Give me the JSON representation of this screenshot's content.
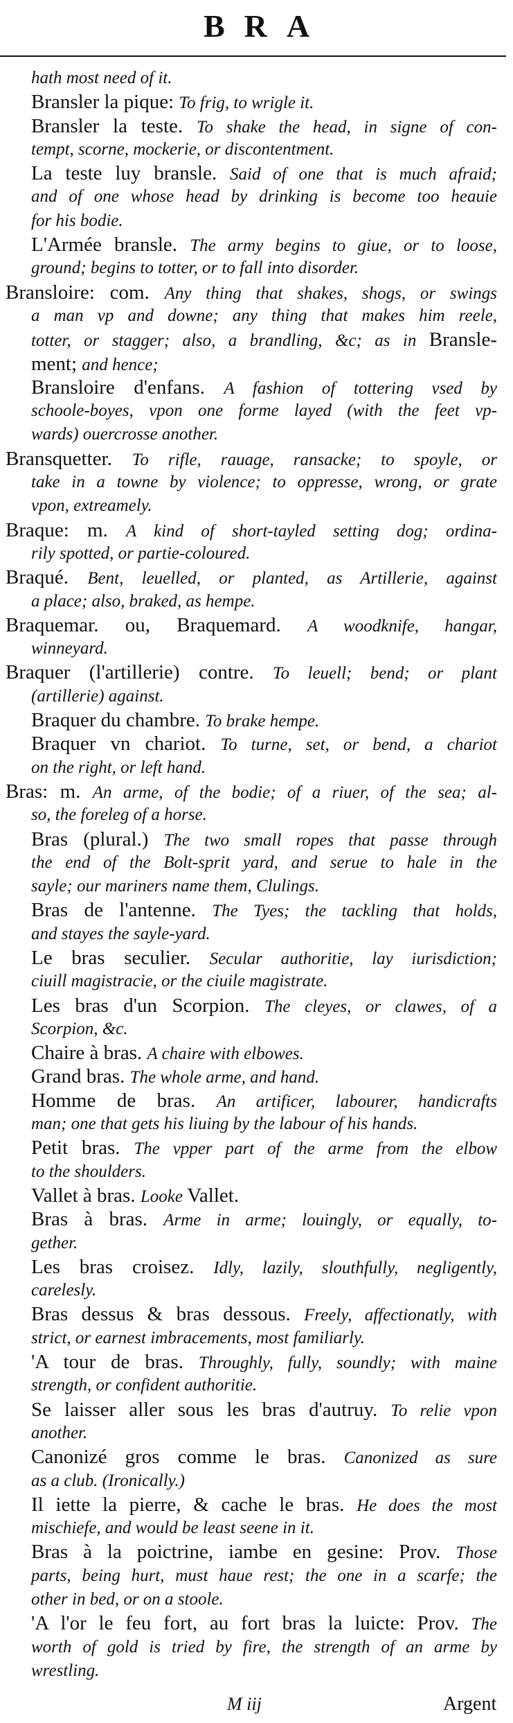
{
  "running_head": "BRA",
  "footer": {
    "signature": "M iij",
    "catchword": "Argent"
  },
  "lines": [
    {
      "k": "cont",
      "end": true,
      "s": [
        [
          "I",
          "hath most need of it."
        ]
      ]
    },
    {
      "k": "sub",
      "end": true,
      "s": [
        [
          "R",
          "Bransler la pique: "
        ],
        [
          "I",
          "To frig, to wrigle it."
        ]
      ]
    },
    {
      "k": "sub",
      "end": false,
      "s": [
        [
          "R",
          "Bransler la teste. "
        ],
        [
          "I",
          "To shake the head, in signe of con-"
        ]
      ]
    },
    {
      "k": "cont",
      "end": true,
      "s": [
        [
          "I",
          "tempt, scorne, mockerie, or discontentment."
        ]
      ]
    },
    {
      "k": "sub",
      "end": false,
      "s": [
        [
          "R",
          "La teste luy bransle. "
        ],
        [
          "I",
          "Said of one that is much afraid;"
        ]
      ]
    },
    {
      "k": "cont",
      "end": false,
      "s": [
        [
          "I",
          "and of one whose head by drinking is become too heauie"
        ]
      ]
    },
    {
      "k": "cont",
      "end": true,
      "s": [
        [
          "I",
          "for his bodie."
        ]
      ]
    },
    {
      "k": "sub",
      "end": false,
      "s": [
        [
          "R",
          "L'Armée bransle. "
        ],
        [
          "I",
          "The army begins to giue, or to loose,"
        ]
      ]
    },
    {
      "k": "cont",
      "end": true,
      "s": [
        [
          "I",
          "ground; begins to totter, or to fall into disorder."
        ]
      ]
    },
    {
      "k": "main",
      "end": false,
      "s": [
        [
          "R",
          "Bransloire: com. "
        ],
        [
          "I",
          "Any thing that shakes, shogs, or swings"
        ]
      ]
    },
    {
      "k": "cont",
      "end": false,
      "s": [
        [
          "I",
          "a man vp and downe; any thing that makes him reele,"
        ]
      ]
    },
    {
      "k": "cont",
      "end": false,
      "s": [
        [
          "I",
          "totter, or stagger; also, a brandling, &c; as in "
        ],
        [
          "R",
          "Bransle-"
        ]
      ]
    },
    {
      "k": "cont",
      "end": true,
      "s": [
        [
          "R",
          "ment; "
        ],
        [
          "I",
          "and hence;"
        ]
      ]
    },
    {
      "k": "sub",
      "end": false,
      "s": [
        [
          "R",
          "Bransloire d'enfans. "
        ],
        [
          "I",
          "A fashion of tottering vsed by"
        ]
      ]
    },
    {
      "k": "cont",
      "end": false,
      "s": [
        [
          "I",
          "schoole-boyes, vpon one forme layed (with the feet vp-"
        ]
      ]
    },
    {
      "k": "cont",
      "end": true,
      "s": [
        [
          "I",
          "wards) ouercrosse another."
        ]
      ]
    },
    {
      "k": "main",
      "end": false,
      "s": [
        [
          "R",
          "Bransquetter. "
        ],
        [
          "I",
          "To rifle, rauage, ransacke; to spoyle, or"
        ]
      ]
    },
    {
      "k": "cont",
      "end": false,
      "s": [
        [
          "I",
          "take in a towne by violence; to oppresse, wrong, or grate"
        ]
      ]
    },
    {
      "k": "cont",
      "end": true,
      "s": [
        [
          "I",
          "vpon, extreamely."
        ]
      ]
    },
    {
      "k": "main",
      "end": false,
      "s": [
        [
          "R",
          "Braque: m. "
        ],
        [
          "I",
          "A kind of short-tayled setting dog; ordina-"
        ]
      ]
    },
    {
      "k": "cont",
      "end": true,
      "s": [
        [
          "I",
          "rily spotted, or partie-coloured."
        ]
      ]
    },
    {
      "k": "main",
      "end": false,
      "s": [
        [
          "R",
          "Braqué. "
        ],
        [
          "I",
          "Bent, leuelled, or planted, as Artillerie, against"
        ]
      ]
    },
    {
      "k": "cont",
      "end": true,
      "s": [
        [
          "I",
          "a place; also, braked, as hempe."
        ]
      ]
    },
    {
      "k": "main",
      "end": false,
      "s": [
        [
          "R",
          "Braquemar. ou, Braquemard. "
        ],
        [
          "I",
          "A woodknife, hangar,"
        ]
      ]
    },
    {
      "k": "cont",
      "end": true,
      "s": [
        [
          "I",
          "winneyard."
        ]
      ]
    },
    {
      "k": "main",
      "end": false,
      "s": [
        [
          "R",
          "Braquer (l'artillerie) contre. "
        ],
        [
          "I",
          "To leuell; bend; or plant"
        ]
      ]
    },
    {
      "k": "cont",
      "end": true,
      "s": [
        [
          "I",
          "(artillerie) against."
        ]
      ]
    },
    {
      "k": "sub",
      "end": true,
      "s": [
        [
          "R",
          "Braquer du chambre. "
        ],
        [
          "I",
          "To brake hempe."
        ]
      ]
    },
    {
      "k": "sub",
      "end": false,
      "s": [
        [
          "R",
          "Braquer vn chariot. "
        ],
        [
          "I",
          "To turne, set, or bend, a chariot"
        ]
      ]
    },
    {
      "k": "cont",
      "end": true,
      "s": [
        [
          "I",
          "on the right, or left hand."
        ]
      ]
    },
    {
      "k": "main",
      "end": false,
      "s": [
        [
          "R",
          "Bras: m. "
        ],
        [
          "I",
          "An arme, of the bodie; of a riuer, of the sea; al-"
        ]
      ]
    },
    {
      "k": "cont",
      "end": true,
      "s": [
        [
          "I",
          "so, the foreleg of a horse."
        ]
      ]
    },
    {
      "k": "sub",
      "end": false,
      "s": [
        [
          "R",
          "Bras (plural.) "
        ],
        [
          "I",
          "The two small ropes that passe through"
        ]
      ]
    },
    {
      "k": "cont",
      "end": false,
      "s": [
        [
          "I",
          "the end of the Bolt-sprit yard, and serue to hale in the"
        ]
      ]
    },
    {
      "k": "cont",
      "end": true,
      "s": [
        [
          "I",
          "sayle; our mariners name them, Clulings."
        ]
      ]
    },
    {
      "k": "sub",
      "end": false,
      "s": [
        [
          "R",
          "Bras de l'antenne. "
        ],
        [
          "I",
          "The Tyes; the tackling that holds,"
        ]
      ]
    },
    {
      "k": "cont",
      "end": true,
      "s": [
        [
          "I",
          "and stayes the sayle-yard."
        ]
      ]
    },
    {
      "k": "sub",
      "end": false,
      "s": [
        [
          "R",
          "Le bras seculier. "
        ],
        [
          "I",
          "Secular authoritie, lay iurisdiction;"
        ]
      ]
    },
    {
      "k": "cont",
      "end": true,
      "s": [
        [
          "I",
          "ciuill magistracie, or the ciuile magistrate."
        ]
      ]
    },
    {
      "k": "sub",
      "end": false,
      "s": [
        [
          "R",
          "Les bras d'un Scorpion. "
        ],
        [
          "I",
          "The cleyes, or clawes, of a"
        ]
      ]
    },
    {
      "k": "cont",
      "end": true,
      "s": [
        [
          "I",
          "Scorpion, &c."
        ]
      ]
    },
    {
      "k": "sub",
      "end": true,
      "s": [
        [
          "R",
          "Chaire à bras. "
        ],
        [
          "I",
          "A chaire with elbowes."
        ]
      ]
    },
    {
      "k": "sub",
      "end": true,
      "s": [
        [
          "R",
          "Grand bras. "
        ],
        [
          "I",
          "The whole arme, and hand."
        ]
      ]
    },
    {
      "k": "sub",
      "end": false,
      "s": [
        [
          "R",
          "Homme de bras. "
        ],
        [
          "I",
          "An artificer, labourer, handicrafts"
        ]
      ]
    },
    {
      "k": "cont",
      "end": true,
      "s": [
        [
          "I",
          "man; one that gets his liuing by the labour of his hands."
        ]
      ]
    },
    {
      "k": "sub",
      "end": false,
      "s": [
        [
          "R",
          "Petit bras. "
        ],
        [
          "I",
          "The vpper part of the arme from the elbow"
        ]
      ]
    },
    {
      "k": "cont",
      "end": true,
      "s": [
        [
          "I",
          "to the shoulders."
        ]
      ]
    },
    {
      "k": "sub",
      "end": true,
      "s": [
        [
          "R",
          "Vallet à bras. "
        ],
        [
          "I",
          "Looke "
        ],
        [
          "R",
          "Vallet."
        ]
      ]
    },
    {
      "k": "sub",
      "end": false,
      "s": [
        [
          "R",
          "Bras à bras. "
        ],
        [
          "I",
          "Arme in arme; louingly, or equally, to-"
        ]
      ]
    },
    {
      "k": "cont",
      "end": true,
      "s": [
        [
          "I",
          "gether."
        ]
      ]
    },
    {
      "k": "sub",
      "end": false,
      "s": [
        [
          "R",
          "Les bras croisez. "
        ],
        [
          "I",
          "Idly, lazily, slouthfully, negligently,"
        ]
      ]
    },
    {
      "k": "cont",
      "end": true,
      "s": [
        [
          "I",
          "carelesly."
        ]
      ]
    },
    {
      "k": "sub",
      "end": false,
      "s": [
        [
          "R",
          "Bras dessus & bras dessous. "
        ],
        [
          "I",
          "Freely, affectionatly, with"
        ]
      ]
    },
    {
      "k": "cont",
      "end": true,
      "s": [
        [
          "I",
          "strict, or earnest imbracements, most familiarly."
        ]
      ]
    },
    {
      "k": "sub",
      "end": false,
      "s": [
        [
          "R",
          "'A tour de bras. "
        ],
        [
          "I",
          "Throughly, fully, soundly; with maine"
        ]
      ]
    },
    {
      "k": "cont",
      "end": true,
      "s": [
        [
          "I",
          "strength, or confident authoritie."
        ]
      ]
    },
    {
      "k": "sub",
      "end": false,
      "s": [
        [
          "R",
          "Se laisser aller sous les bras d'autruy. "
        ],
        [
          "I",
          "To relie vpon"
        ]
      ]
    },
    {
      "k": "cont",
      "end": true,
      "s": [
        [
          "I",
          "another."
        ]
      ]
    },
    {
      "k": "sub",
      "end": false,
      "s": [
        [
          "R",
          "Canonizé gros comme le bras. "
        ],
        [
          "I",
          "Canonized as sure"
        ]
      ]
    },
    {
      "k": "cont",
      "end": true,
      "s": [
        [
          "I",
          "as a club. (Ironically.)"
        ]
      ]
    },
    {
      "k": "sub",
      "end": false,
      "s": [
        [
          "R",
          "Il iette la pierre, & cache le bras. "
        ],
        [
          "I",
          "He does the most"
        ]
      ]
    },
    {
      "k": "cont",
      "end": true,
      "s": [
        [
          "I",
          "mischiefe, and would be least seene in it."
        ]
      ]
    },
    {
      "k": "sub",
      "end": false,
      "s": [
        [
          "R",
          "Bras à la poictrine, iambe en gesine: Prov. "
        ],
        [
          "I",
          "Those"
        ]
      ]
    },
    {
      "k": "cont",
      "end": false,
      "s": [
        [
          "I",
          "parts, being hurt, must haue rest; the one in a scarfe; the"
        ]
      ]
    },
    {
      "k": "cont",
      "end": true,
      "s": [
        [
          "I",
          "other in bed, or on a stoole."
        ]
      ]
    },
    {
      "k": "sub",
      "end": false,
      "s": [
        [
          "R",
          "'A l'or le feu fort, au fort bras la luicte: Prov. "
        ],
        [
          "I",
          "The"
        ]
      ]
    },
    {
      "k": "cont",
      "end": false,
      "s": [
        [
          "I",
          "worth of gold is tried by fire, the strength of an arme by"
        ]
      ]
    },
    {
      "k": "cont",
      "end": true,
      "s": [
        [
          "I",
          "wrestling."
        ]
      ]
    }
  ]
}
